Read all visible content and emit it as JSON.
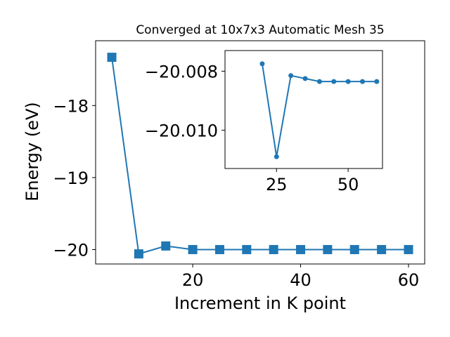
{
  "chart_data": [
    {
      "type": "line",
      "title": "Converged at 10x7x3 Automatic Mesh 35",
      "xlabel": "Increment in K point",
      "ylabel": "Energy (eV)",
      "xlim": [
        2,
        63
      ],
      "ylim": [
        -20.2,
        -17.1
      ],
      "xticks": [
        20,
        40,
        60
      ],
      "xtick_labels": [
        "20",
        "40",
        "60"
      ],
      "yticks": [
        -18,
        -19,
        -20
      ],
      "ytick_labels": [
        "−18",
        "−19",
        "−20"
      ],
      "grid": false,
      "marker": "square",
      "color": "#1f77b4",
      "series": [
        {
          "x": [
            5,
            10,
            15,
            20,
            25,
            30,
            35,
            40,
            45,
            50,
            55,
            60
          ],
          "y": [
            -17.33,
            -20.06,
            -19.95,
            -20.0,
            -20.0,
            -20.0,
            -20.0,
            -20.0,
            -20.0,
            -20.0,
            -20.0,
            -20.0
          ]
        }
      ]
    },
    {
      "type": "line",
      "inset": true,
      "xlim": [
        7,
        62
      ],
      "ylim": [
        -20.0113,
        -20.0073
      ],
      "xticks": [
        25,
        50
      ],
      "xtick_labels": [
        "25",
        "50"
      ],
      "yticks": [
        -20.01,
        -20.008
      ],
      "ytick_labels": [
        "−20.010",
        "−20.008"
      ],
      "grid": false,
      "marker": "circle",
      "color": "#1f77b4",
      "series": [
        {
          "x": [
            20,
            25,
            30,
            35,
            40,
            45,
            50,
            55,
            60
          ],
          "y": [
            -20.00775,
            -20.0109,
            -20.00815,
            -20.00825,
            -20.00835,
            -20.00835,
            -20.00835,
            -20.00835,
            -20.00835
          ]
        }
      ]
    }
  ]
}
